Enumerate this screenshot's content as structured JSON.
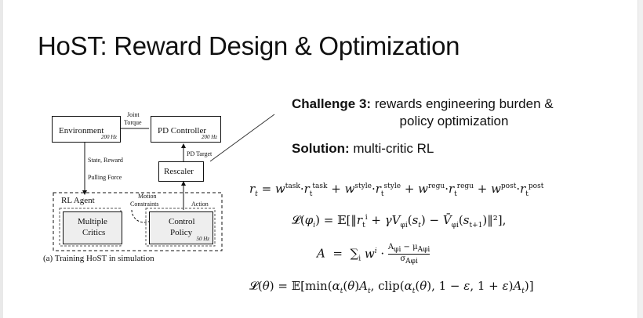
{
  "slide": {
    "title": "HoST: Reward Design & Optimization",
    "challenge_label": "Challenge 3:",
    "challenge_text_1": "rewards engineering burden &",
    "challenge_text_2": "policy optimization",
    "solution_label": "Solution:",
    "solution_text": "multi-critic RL"
  },
  "diagram": {
    "environment": "Environment",
    "env_rate": "200 Hz",
    "pd_controller": "PD Controller",
    "pd_rate": "200 Hz",
    "joint_torque_1": "Joint",
    "joint_torque_2": "Torque",
    "pd_target": "PD Target",
    "rescaler": "Rescaler",
    "state_reward": "State, Reward",
    "pulling_force": "Pulling Force",
    "rl_agent": "RL Agent",
    "motion_1": "Motion",
    "motion_2": "Constraints",
    "action": "Action",
    "critics_1": "Multiple",
    "critics_2": "Critics",
    "policy_1": "Control",
    "policy_2": "Policy",
    "policy_rate": "50 Hz",
    "caption": "(a) Training HoST in simulation"
  },
  "colors": {
    "background": "#ffffff",
    "text": "#111111",
    "edge": "#e9e9e9"
  }
}
